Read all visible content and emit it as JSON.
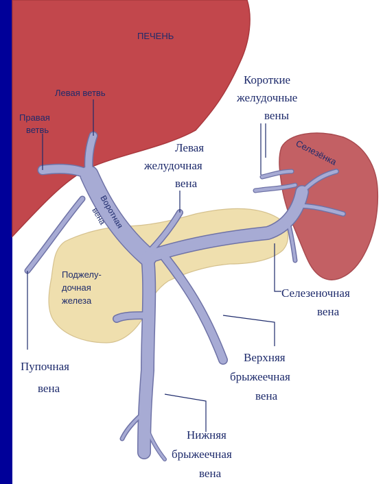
{
  "colors": {
    "background": "#000099",
    "liver": "#c2474c",
    "spleen": "#c36064",
    "pancreas": "#efdfae",
    "vein": "#a7abd4",
    "vein_edge": "#6e72a6",
    "label_text": "#1d2a6b"
  },
  "organs": {
    "liver": "ПЕЧЕНЬ",
    "spleen": "Селезёнка",
    "pancreas": [
      "Поджелу-",
      "дочная",
      "железа"
    ]
  },
  "branches": {
    "left": "Левая ветвь",
    "right": [
      "Правая",
      "ветвь"
    ]
  },
  "portal_vein": [
    "Воротная",
    "вена"
  ],
  "labels": {
    "short_gastric": [
      "Короткие",
      "желудочные",
      "вены"
    ],
    "left_gastric": [
      "Левая",
      "желудочная",
      "вена"
    ],
    "splenic": [
      "Селезеночная",
      "вена"
    ],
    "umbilical": [
      "Пупочная",
      "вена"
    ],
    "superior_mesenteric": [
      "Верхняя",
      "брыжеечная",
      "вена"
    ],
    "inferior_mesenteric": [
      "Нижняя",
      "брыжеечная",
      "вена"
    ]
  }
}
